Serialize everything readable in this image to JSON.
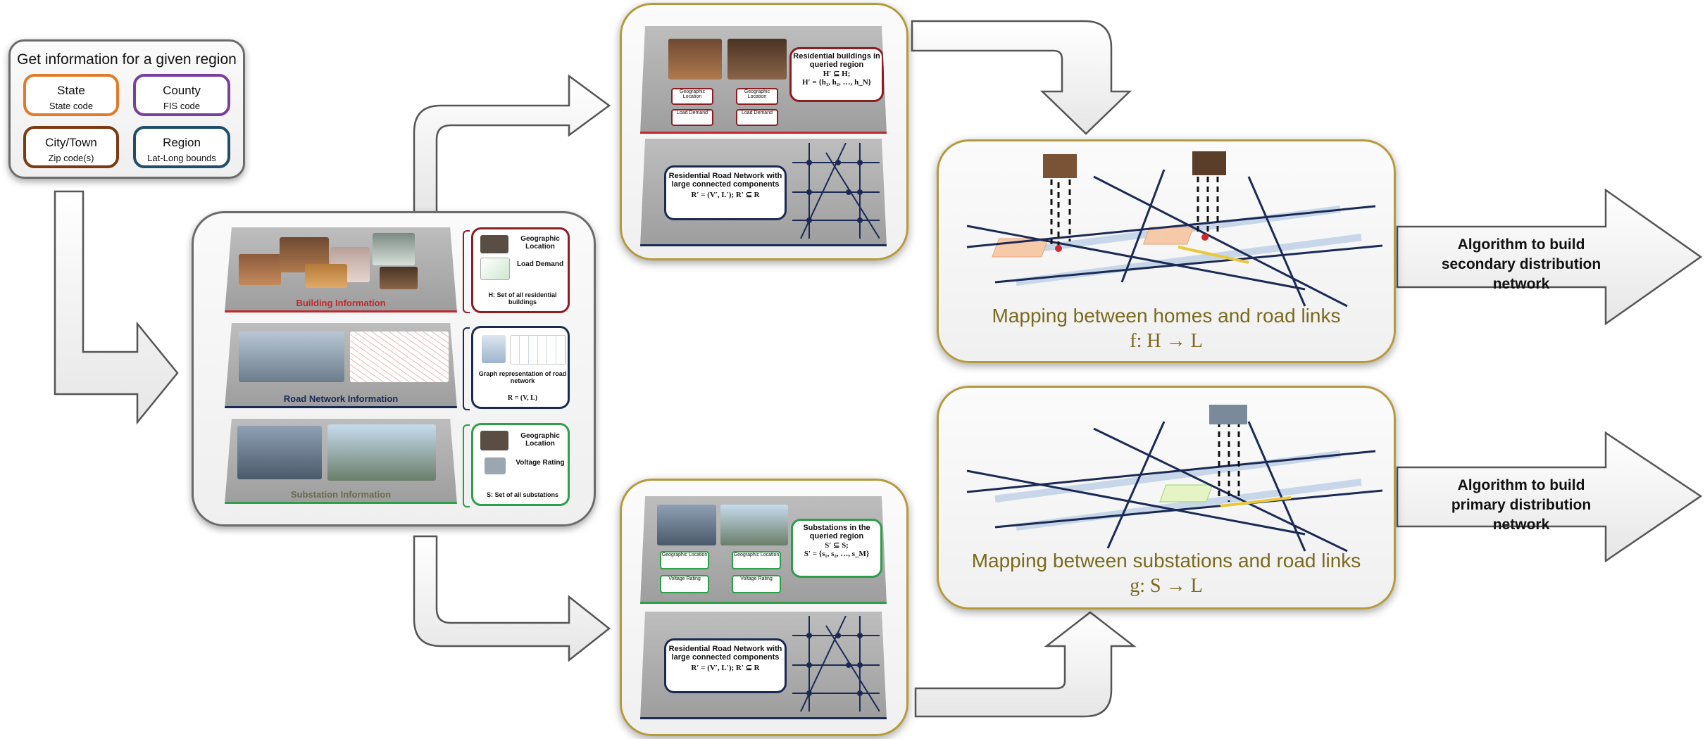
{
  "region_box": {
    "title": "Get information for a given region",
    "state": {
      "label": "State",
      "sub": "State code"
    },
    "county": {
      "label": "County",
      "sub": "FIS code"
    },
    "city": {
      "label": "City/Town",
      "sub": "Zip code(s)"
    },
    "region": {
      "label": "Region",
      "sub": "Lat-Long bounds"
    }
  },
  "info_panel": {
    "building_layer_title": "Building Information",
    "building_geo": "Geographic Location",
    "building_load": "Load Demand",
    "building_set": "H: Set of all residential buildings",
    "road_layer_title": "Road Network Information",
    "road_graph": "Graph representation of road network",
    "road_formula": "R = (V, L)",
    "substation_layer_title": "Substation Information",
    "sub_geo": "Geographic Location",
    "sub_voltage": "Voltage Rating",
    "sub_set": "S: Set of all substations"
  },
  "top_query_panel": {
    "res_title": "Residential buildings in queried region",
    "res_sub": "H′ ⊆ H;",
    "res_set": "H′ = {h₁, h₂, …, h_N}",
    "mini_geo": "Geographic Location",
    "mini_load": "Load Demand",
    "road_title": "Residential Road Network with large connected components",
    "road_formula": "R′ = (V′, L′); R′ ⊆ R"
  },
  "bottom_query_panel": {
    "sub_title": "Substations in the queried region",
    "sub_sub": "S′ ⊆ S;",
    "sub_set": "S′ = {s₁, s₂, …, s_M}",
    "mini_geo": "Geographic Location",
    "mini_volt": "Voltage Rating",
    "road_title": "Residential Road Network with large connected components",
    "road_formula": "R′ = (V′, L′); R′ ⊆ R"
  },
  "mapping_top": {
    "line1": "Mapping between homes and road links",
    "line2": "f: H → L"
  },
  "mapping_bottom": {
    "line1": "Mapping between substations and road links",
    "line2": "g: S → L"
  },
  "algo_top": "Algorithm to build secondary distribution network",
  "algo_bottom": "Algorithm to build primary distribution network",
  "colors": {
    "state": "#e07b2a",
    "county": "#7a3ea1",
    "city": "#7a3a12",
    "region": "#1f4e6b",
    "building": "#c0282d",
    "road": "#1b2a55",
    "substation": "#2e9e48",
    "gold": "#b59a3c"
  }
}
